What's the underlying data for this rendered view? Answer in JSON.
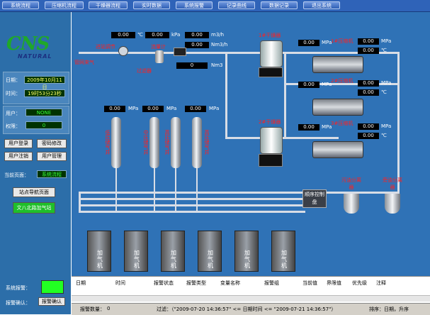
{
  "menu": [
    "系统流程",
    "压缩机流程",
    "干燥器流程",
    "实时数据",
    "系统报警",
    "记录曲线",
    "数据记录",
    "退出系统"
  ],
  "logo": {
    "text": "CNS",
    "subtext": "NATURAL"
  },
  "left": {
    "date_label": "日期：",
    "date_value": "2009年10月11日",
    "time_label": "时间：",
    "time_value": "19时53分23秒",
    "user_label": "用户：",
    "user_value": "NONE",
    "perm_label": "权限：",
    "perm_value": "0",
    "buttons": [
      "用户登录",
      "密码修改",
      "用户注销",
      "用户管理"
    ],
    "page_label": "当前页面：",
    "page_value": "系统流程",
    "nav_button": "站点导航页面",
    "station_button": "文八北路加气站",
    "alarm_label": "系统报警：",
    "confirm_label": "报警确认：",
    "confirm_button": "报警确认"
  },
  "process": {
    "inlet_pressure": {
      "value": "0.00",
      "unit": "℃"
    },
    "inlet_kpa": {
      "value": "0.00",
      "unit": "kPa"
    },
    "flow1": {
      "value": "0.00",
      "unit": "m3/h"
    },
    "flow2": {
      "value": "0.00",
      "unit": "Nm3/h"
    },
    "total": {
      "value": "0",
      "unit": "Nm3"
    },
    "labels": {
      "inlet": "进站调节",
      "gas": "管网来气",
      "filter": "过滤器",
      "flowmeter": "流量计",
      "dryer1": "1#干燥器",
      "dryer2": "2#干燥器"
    },
    "compressors": [
      {
        "label": "1#压缩机",
        "p_in": "0.00",
        "p_out": "0.00",
        "temp": "0.00"
      },
      {
        "label": "2#压缩机",
        "p_in": "0.00",
        "p_out": "0.00",
        "temp": "0.00"
      },
      {
        "label": "3#压缩机",
        "p_in": "0.00",
        "p_out": "0.00",
        "temp": "0.00"
      }
    ],
    "storage": [
      {
        "value": "0.00",
        "label": "低压储气井"
      },
      {
        "value": "0.00",
        "label": "中压储气井"
      },
      {
        "value": "0.00",
        "label": "高压储气井"
      },
      {
        "value": "",
        "label": "高压储气井"
      }
    ],
    "units": {
      "mpa": "MPa",
      "c": "℃"
    },
    "panel_label": "顺序控制盘",
    "separators": [
      "污油分离器",
      "旁油分离器"
    ],
    "dispensers": [
      "加气机",
      "加气机",
      "加气机",
      "加气机",
      "加气机",
      "加气机"
    ]
  },
  "table": {
    "headers": [
      "日期",
      "时间",
      "报警状态",
      "报警类型",
      "变量名称",
      "报警组",
      "当前值",
      "界限值",
      "优先级",
      "注释"
    ]
  },
  "status": {
    "count_label": "报警数量：",
    "count_value": "0",
    "filter_text": "过滤：（\"2009-07-20 14:36:57\" <= 日期时间 <= \"2009-07-21 14:36:57\"）",
    "sort_label": "排序：日期，升序"
  }
}
